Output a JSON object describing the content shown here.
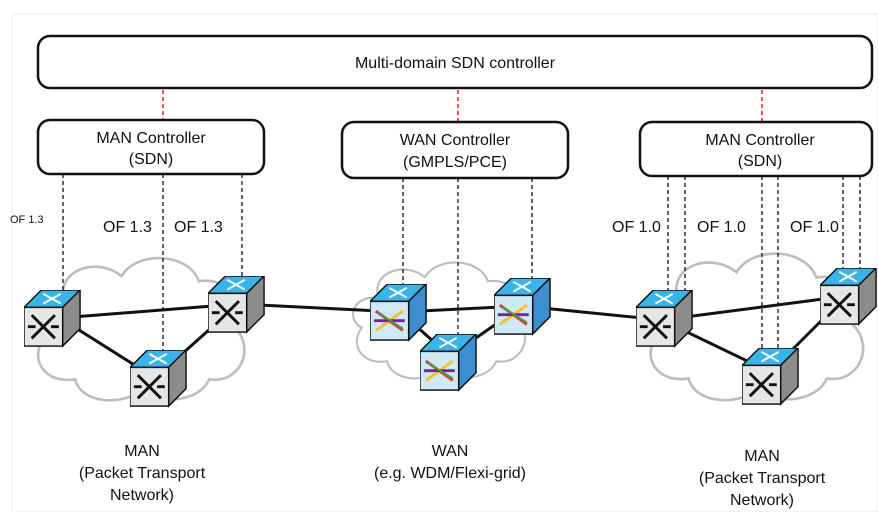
{
  "top_controller": {
    "label": "Multi-domain SDN controller"
  },
  "controllers": {
    "man_left": {
      "line1": "MAN Controller",
      "line2": "(SDN)"
    },
    "wan": {
      "line1": "WAN Controller",
      "line2": "(GMPLS/PCE)"
    },
    "man_right": {
      "line1": "MAN Controller",
      "line2": "(SDN)"
    }
  },
  "protocol_labels": {
    "left_small": "OF 1.3",
    "left_a": "OF 1.3",
    "left_b": "OF 1.3",
    "right_a": "OF 1.0",
    "right_b": "OF 1.0",
    "right_c": "OF 1.0"
  },
  "domains": {
    "man_left": {
      "line1": "MAN",
      "line2": "(Packet Transport",
      "line3": "Network)"
    },
    "wan": {
      "line1": "WAN",
      "line2": "(e.g. WDM/Flexi-grid)"
    },
    "man_right": {
      "line1": "MAN",
      "line2": "(Packet Transport",
      "line3": "Network)"
    }
  },
  "colors": {
    "red_dashed": "#e02020",
    "switch_top": "#39b4ea",
    "switch_front": "#e6e6e6",
    "cloud_stroke": "#bdbdbd"
  },
  "icons": {
    "packet_switch": "packet-switch-icon",
    "optical_switch": "optical-switch-icon",
    "cloud": "cloud-icon"
  }
}
